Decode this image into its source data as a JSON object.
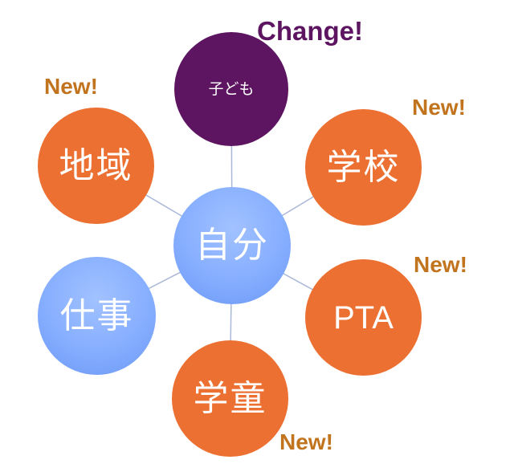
{
  "nodes": {
    "kodomo": {
      "label": "子ども"
    },
    "chiiki": {
      "label": "地域"
    },
    "gakkou": {
      "label": "学校"
    },
    "jibun": {
      "label": "自分"
    },
    "shigoto": {
      "label": "仕事"
    },
    "pta": {
      "label": "PTA"
    },
    "gakudou": {
      "label": "学童"
    }
  },
  "badges": {
    "kodomo": "Change!",
    "chiiki": "New!",
    "gakkou": "New!",
    "pta": "New!",
    "gakudou": "New!"
  },
  "colors": {
    "orange": "#ec7032",
    "purple": "#5d1461",
    "blue": "#86aeff",
    "badge_new": "#c1731d",
    "connector": "#aab8d8"
  }
}
